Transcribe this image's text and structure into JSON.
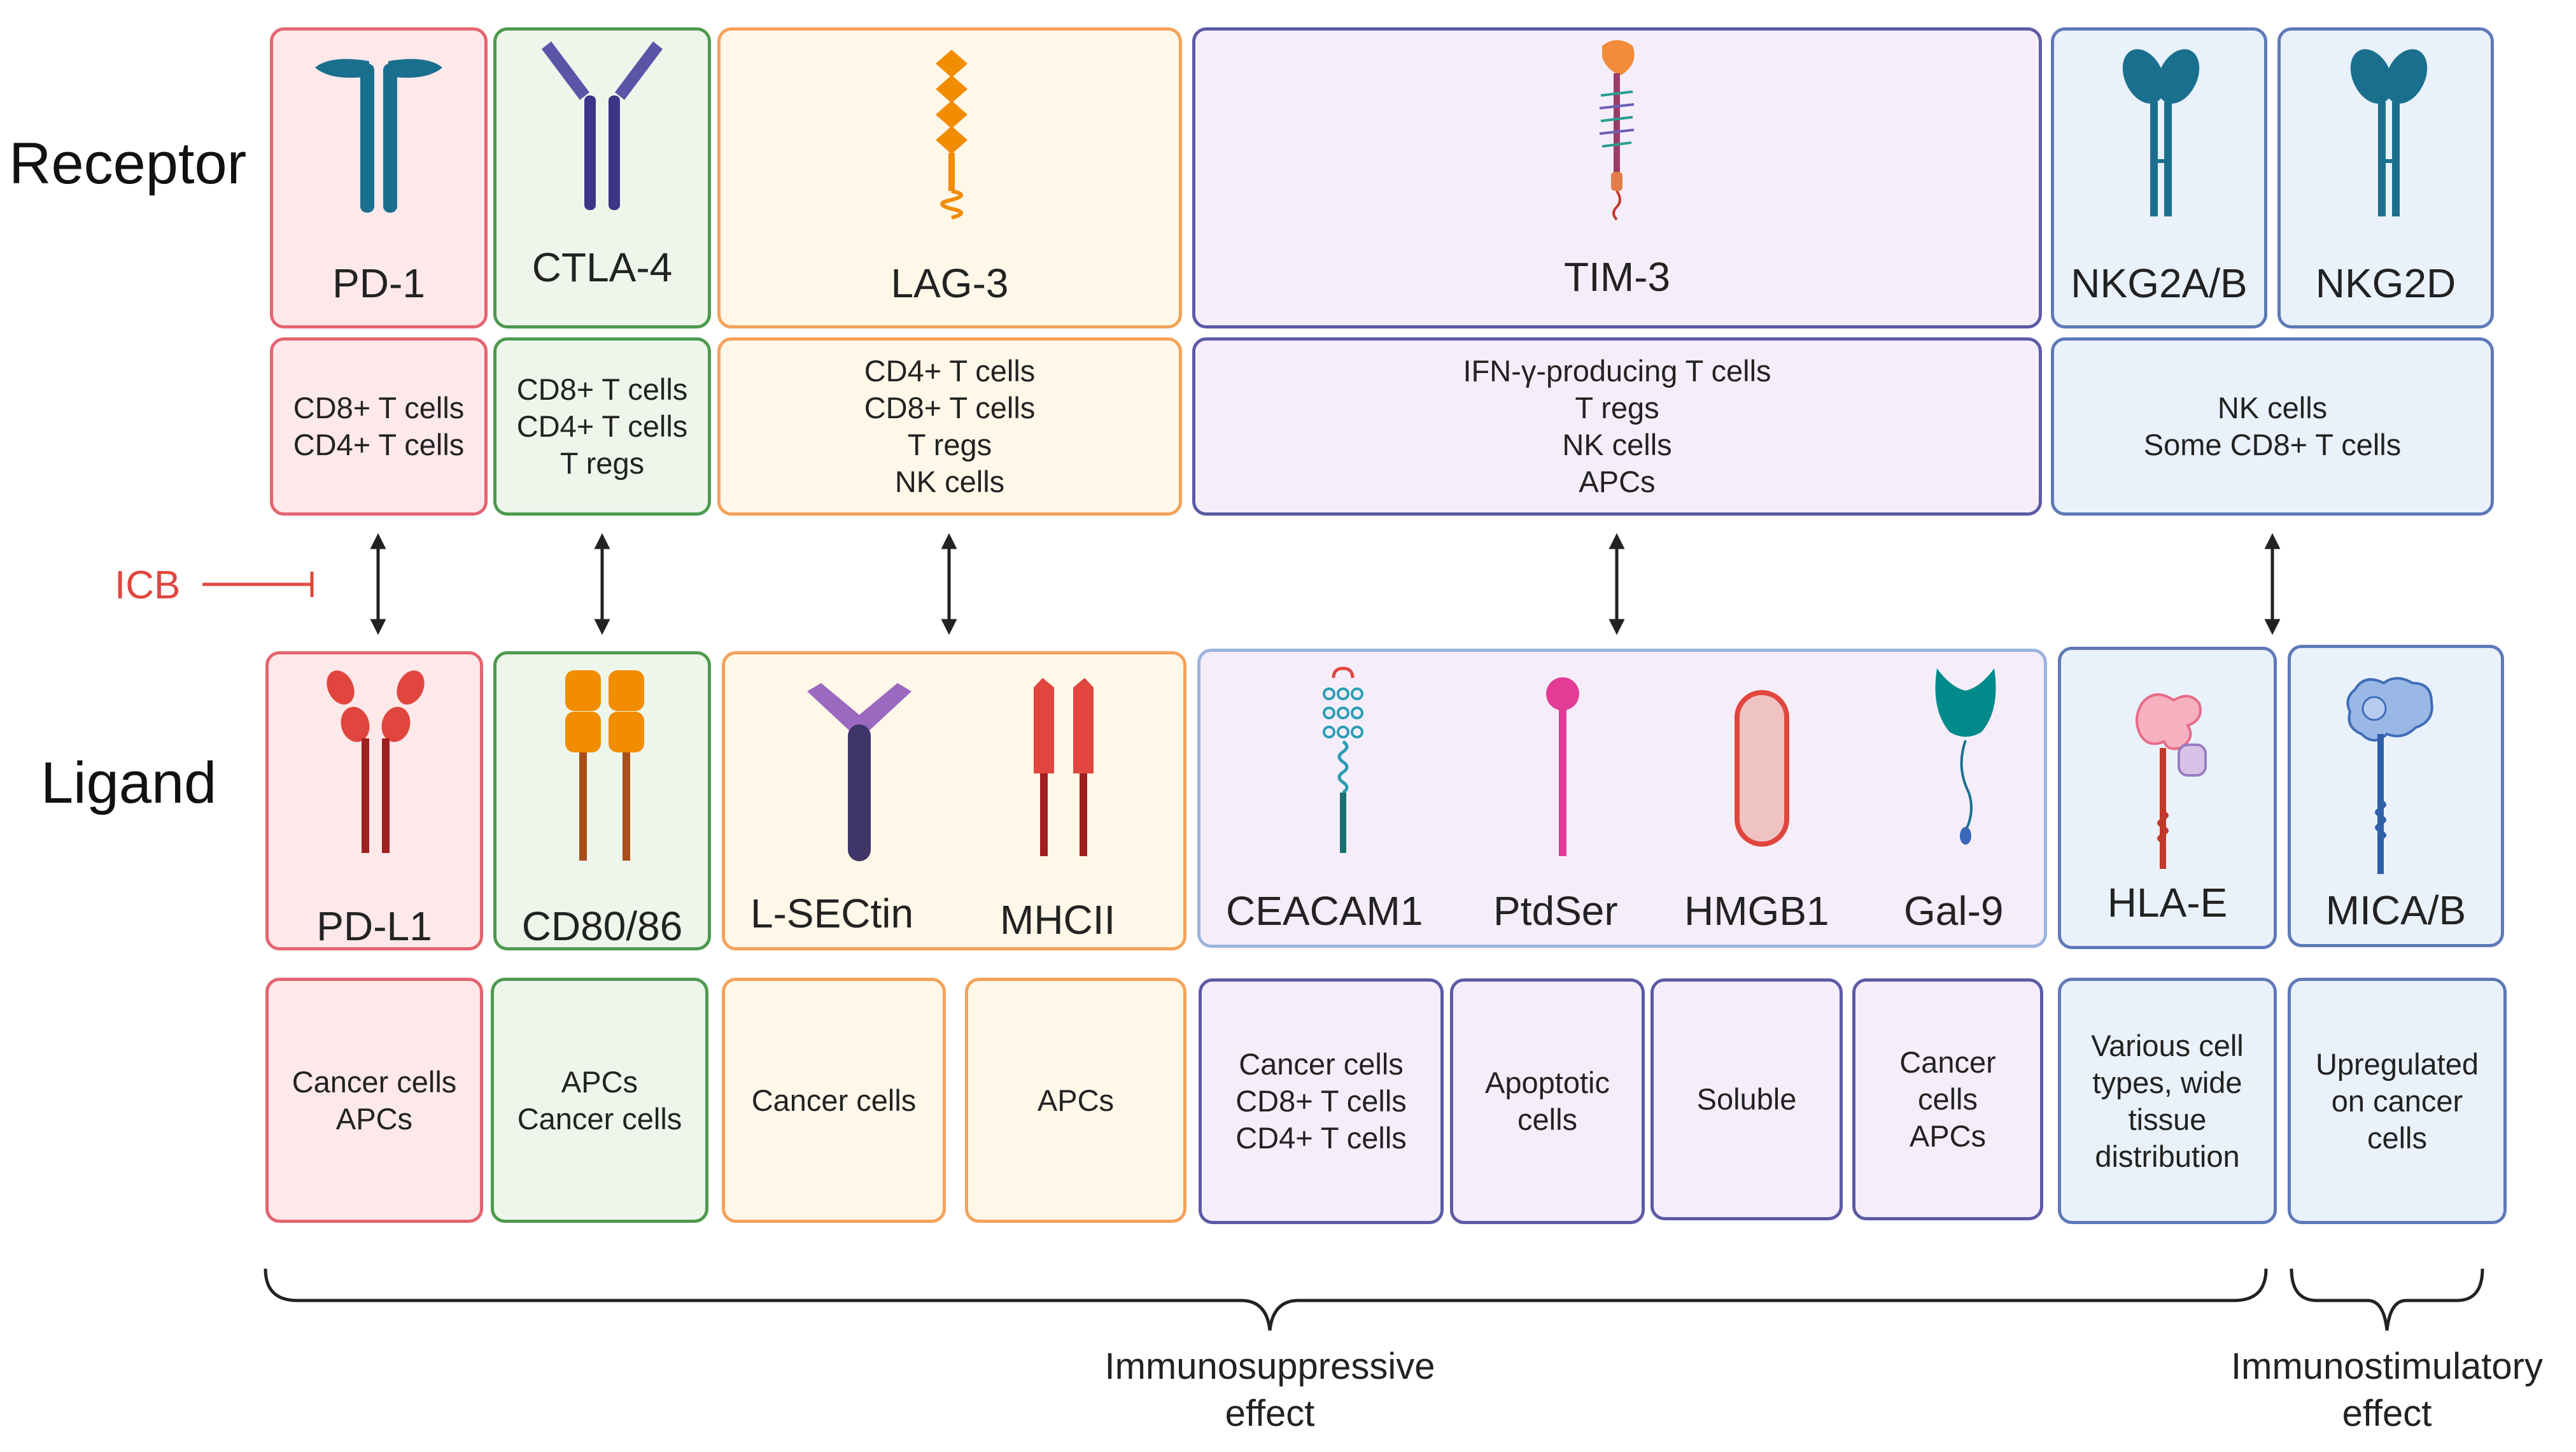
{
  "row_labels": {
    "receptor": "Receptor",
    "ligand": "Ligand"
  },
  "icb_label": "ICB",
  "receptors": {
    "pd1": "PD-1",
    "ctla4": "CTLA-4",
    "lag3": "LAG-3",
    "tim3": "TIM-3",
    "nkg2ab": "NKG2A/B",
    "nkg2d": "NKG2D"
  },
  "receptor_cells": {
    "pd1": [
      "CD8+ T cells",
      "CD4+ T cells"
    ],
    "ctla4": [
      "CD8+ T cells",
      "CD4+ T cells",
      "T regs"
    ],
    "lag3": [
      "CD4+ T cells",
      "CD8+ T cells",
      "T regs",
      "NK cells"
    ],
    "tim3": [
      "IFN-γ-producing T cells",
      "T regs",
      "NK cells",
      "APCs"
    ],
    "nk": [
      "NK cells",
      "Some CD8+ T cells"
    ]
  },
  "ligands": {
    "pdl1": "PD-L1",
    "cd8086": "CD80/86",
    "lsectin": "L-SECtin",
    "mhcii": "MHCII",
    "ceacam1": "CEACAM1",
    "ptdser": "PtdSer",
    "hmgb1": "HMGB1",
    "gal9": "Gal-9",
    "hlae": "HLA-E",
    "micab": "MICA/B"
  },
  "ligand_cells": {
    "pdl1": [
      "Cancer cells",
      "APCs"
    ],
    "cd8086": [
      "APCs",
      "Cancer cells"
    ],
    "lsectin": [
      "Cancer cells"
    ],
    "mhcii": [
      "APCs"
    ],
    "ceacam1": [
      "Cancer cells",
      "CD8+ T cells",
      "CD4+ T cells"
    ],
    "ptdser": [
      "Apoptotic",
      "cells"
    ],
    "hmgb1": [
      "Soluble"
    ],
    "gal9": [
      "Cancer",
      "cells",
      "APCs"
    ],
    "hlae": [
      "Various cell",
      "types, wide",
      "tissue",
      "distribution"
    ],
    "micab": [
      "Upregulated",
      "on cancer",
      "cells"
    ]
  },
  "effects": {
    "suppressive": [
      "Immunosuppressive",
      "effect"
    ],
    "stimulatory": [
      "Immunostimulatory",
      "effect"
    ]
  },
  "colors": {
    "red_border": "#e46470",
    "red_fill": "#fde8ea",
    "green_border": "#4d9a4f",
    "green_fill": "#eef5ea",
    "orange_border": "#f4a25a",
    "orange_fill": "#fff7e8",
    "purple_border": "#5d5aa6",
    "purple_fill": "#f5eefa",
    "blue_border": "#5f79b8",
    "blue_fill": "#e9f1fb",
    "icb_red": "#e0463e"
  },
  "icons": [
    "pd1-receptor-icon",
    "ctla4-receptor-icon",
    "lag3-receptor-icon",
    "tim3-receptor-icon",
    "nkg2ab-receptor-icon",
    "nkg2d-receptor-icon",
    "pdl1-ligand-icon",
    "cd8086-ligand-icon",
    "lsectin-ligand-icon",
    "mhcii-ligand-icon",
    "ceacam1-ligand-icon",
    "ptdser-ligand-icon",
    "hmgb1-ligand-icon",
    "gal9-ligand-icon",
    "hlae-ligand-icon",
    "micab-ligand-icon"
  ]
}
